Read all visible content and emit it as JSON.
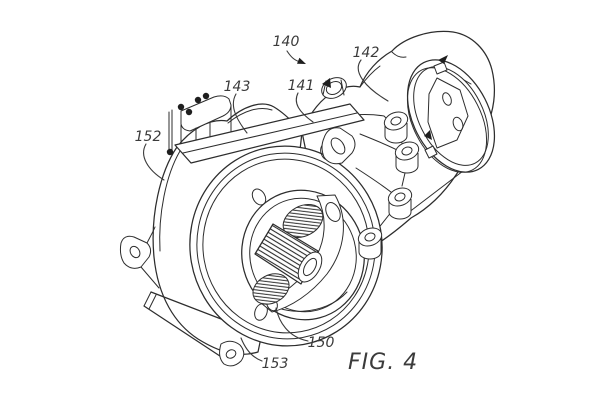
{
  "figure": {
    "caption": "FIG. 4",
    "reference_numerals": {
      "n140": "140",
      "n141": "141",
      "n142": "142",
      "n143": "143",
      "n150": "150",
      "n152": "152",
      "n153": "153"
    }
  },
  "colors": {
    "background": "#ffffff",
    "line_art": "#2d2d2d",
    "label_text": "#3b3b3b"
  }
}
